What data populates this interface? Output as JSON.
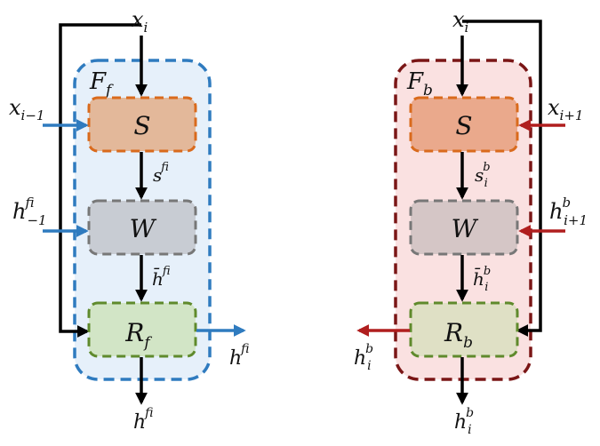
{
  "left": {
    "frame_label": {
      "base": "F",
      "sub": "f"
    },
    "input_top": {
      "base": "x",
      "sub": "i"
    },
    "input_side_1": {
      "base": "x",
      "sub": "i−1"
    },
    "input_side_2": {
      "base": "h",
      "sup": "f",
      "sub": "i−1"
    },
    "block_s": "S",
    "block_w": "W",
    "block_r": {
      "base": "R",
      "sub": "f"
    },
    "edge_s_w": {
      "base": "s",
      "sup": "f",
      "sub": "i"
    },
    "edge_w_r": {
      "base": "h̄",
      "sup": "f",
      "sub": "i"
    },
    "output_side": {
      "base": "h",
      "sup": "f",
      "sub": "i"
    },
    "output_bottom": {
      "base": "h",
      "sup": "f",
      "sub": "i"
    }
  },
  "right": {
    "frame_label": {
      "base": "F",
      "sub": "b"
    },
    "input_top": {
      "base": "x",
      "sub": "i"
    },
    "input_side_1": {
      "base": "x",
      "sub": "i+1"
    },
    "input_side_2": {
      "base": "h",
      "sup": "b",
      "sub": "i+1"
    },
    "block_s": "S",
    "block_w": "W",
    "block_r": {
      "base": "R",
      "sub": "b"
    },
    "edge_s_w": {
      "base": "s",
      "sup": "b",
      "sub": "i"
    },
    "edge_w_r": {
      "base": "h̄",
      "sup": "b",
      "sub": "i"
    },
    "output_side": {
      "base": "h",
      "sup": "b",
      "sub": "i"
    },
    "output_bottom": {
      "base": "h",
      "sup": "b",
      "sub": "i"
    }
  },
  "colors": {
    "left_frame": "#2f7bbf",
    "left_frame_fill": "#e6f0fa",
    "right_frame": "#7a1616",
    "right_frame_fill": "#fae1e1",
    "left_arrow": "#2f7bbf",
    "right_arrow": "#b01e1e",
    "s_fill_left": "#e3b89a",
    "s_fill_right": "#eaa98c",
    "s_stroke": "#d96a1c",
    "w_fill_left": "#c8ccd3",
    "w_fill_right": "#d5c6c6",
    "w_stroke": "#777777",
    "r_fill_left": "#d2e5c6",
    "r_fill_right": "#dfe0c5",
    "r_stroke": "#5f8a2c"
  }
}
